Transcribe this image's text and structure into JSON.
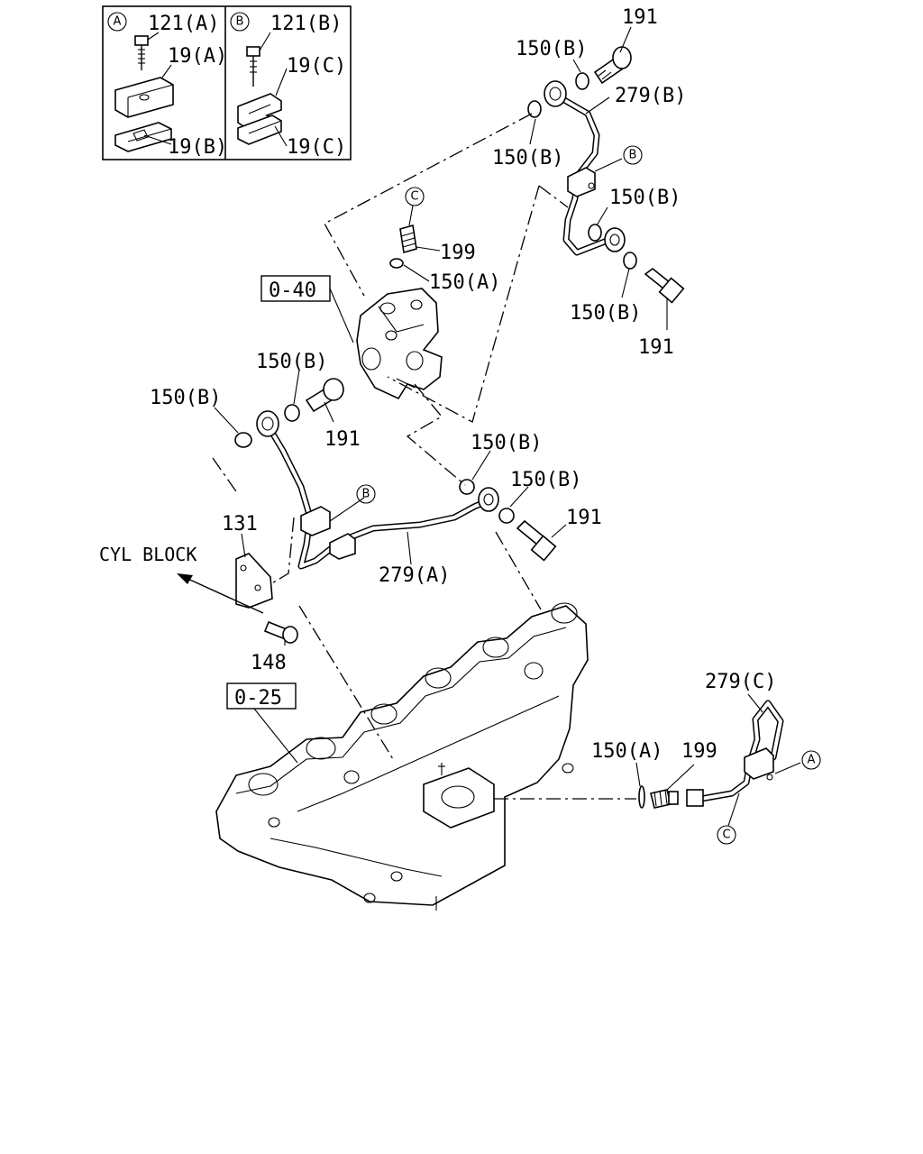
{
  "inset": {
    "panel_a": {
      "tag": "A",
      "bolt": "121(A)",
      "clamp_top": "19(A)",
      "clamp_bottom": "19(B)"
    },
    "panel_b": {
      "tag": "B",
      "bolt": "121(B)",
      "clamp_top": "19(C)",
      "clamp_bottom": "19(C)"
    }
  },
  "refs": {
    "pump": "0-40",
    "manifold": "0-25"
  },
  "cyl_block": "CYL BLOCK",
  "labels": {
    "l191_top": "191",
    "l150b_top": "150(B)",
    "l279b": "279(B)",
    "l150b_upper": "150(B)",
    "lB_upper": "B",
    "l150b_right": "150(B)",
    "lC_upper": "C",
    "l199_upper": "199",
    "l150a_upper": "150(A)",
    "l150b_r2": "150(B)",
    "l191_r": "191",
    "l150b_mid1": "150(B)",
    "l150b_left": "150(B)",
    "l191_mid": "191",
    "lB_mid": "B",
    "l150b_mid2": "150(B)",
    "l150b_mid3": "150(B)",
    "l191_mid2": "191",
    "l131": "131",
    "l279a": "279(A)",
    "l148": "148",
    "l279c": "279(C)",
    "l150a_low": "150(A)",
    "l199_low": "199",
    "lA_low": "A",
    "lC_low": "C"
  }
}
